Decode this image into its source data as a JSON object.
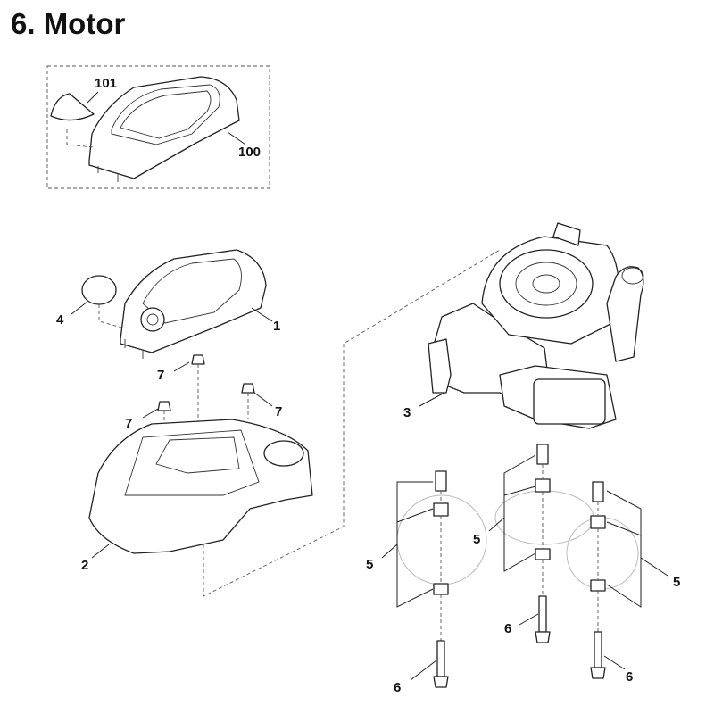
{
  "title": "6. Motor",
  "callouts": {
    "c101": "101",
    "c100": "100",
    "c4": "4",
    "c1": "1",
    "c7a": "7",
    "c7b": "7",
    "c7c": "7",
    "c2": "2",
    "c3": "3",
    "c5a": "5",
    "c5b": "5",
    "c5c": "5",
    "c6a": "6",
    "c6b": "6",
    "c6c": "6"
  }
}
